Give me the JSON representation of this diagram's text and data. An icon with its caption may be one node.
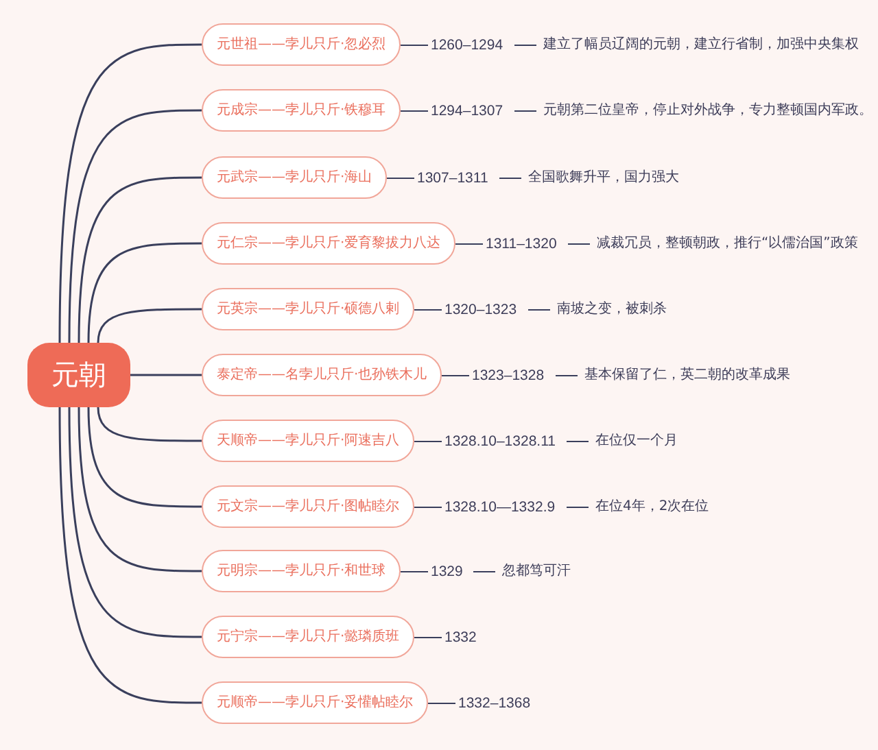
{
  "diagram": {
    "nodes": [
      {
        "text": [
          "元朝"
        ]
      },
      {
        "text": [
          "元世祖——孛儿只斤·忽必烈"
        ]
      },
      {
        "text": [
          "1260–1294"
        ]
      },
      {
        "text": [
          "建立了幅员辽阔的元朝，建立行省制，加强中央集权"
        ]
      },
      {
        "text": [
          "元成宗——孛儿只斤·铁穆耳"
        ]
      },
      {
        "text": [
          "1294–1307"
        ]
      },
      {
        "text": [
          "元朝第二位皇帝，停止对外战争，专力整顿国内军政。"
        ]
      },
      {
        "text": [
          "元武宗——孛儿只斤·海山"
        ]
      },
      {
        "text": [
          "1307–1311"
        ]
      },
      {
        "text": [
          "全国歌舞升平，国力强大"
        ]
      },
      {
        "text": [
          "元仁宗——孛儿只斤·爱育黎拔力八达"
        ]
      },
      {
        "text": [
          "1311–1320"
        ]
      },
      {
        "text": [
          "减裁冗员，整顿朝政，推行“以儒治国”政策"
        ]
      },
      {
        "text": [
          "元英宗——孛儿只斤·硕德八剌"
        ]
      },
      {
        "text": [
          "1320–1323"
        ]
      },
      {
        "text": [
          "南坡之变，被刺杀"
        ]
      },
      {
        "text": [
          "泰定帝——名孛儿只斤·也孙铁木儿"
        ]
      },
      {
        "text": [
          "1323–1328"
        ]
      },
      {
        "text": [
          "基本保留了仁，英二朝的改革成果"
        ]
      },
      {
        "text": [
          "天顺帝——孛儿只斤·阿速吉八"
        ]
      },
      {
        "text": [
          "1328.10–1328.11"
        ]
      },
      {
        "text": [
          "在位仅一个月"
        ]
      },
      {
        "text": [
          "元文宗——孛儿只斤·图帖睦尔"
        ]
      },
      {
        "text": [
          "1328.10—1332.9"
        ]
      },
      {
        "text": [
          "在位4年，2次在位"
        ]
      },
      {
        "text": [
          "元明宗——孛儿只斤·和世球"
        ]
      },
      {
        "text": [
          "1329"
        ]
      },
      {
        "text": [
          "忽都笃可汗"
        ]
      },
      {
        "text": [
          "元宁宗——孛儿只斤·懿璘质班"
        ]
      },
      {
        "text": [
          "1332"
        ]
      },
      {
        "text": [
          "元顺帝——孛儿只斤·妥懽帖睦尔"
        ]
      },
      {
        "text": [
          "1332–1368"
        ]
      }
    ],
    "edges": [
      {
        "from": 0,
        "to": 1,
        "arrow": "none"
      },
      {
        "from": 1,
        "to": 2,
        "arrow": "none"
      },
      {
        "from": 2,
        "to": 3,
        "arrow": "none"
      },
      {
        "from": 0,
        "to": 4,
        "arrow": "none"
      },
      {
        "from": 4,
        "to": 5,
        "arrow": "none"
      },
      {
        "from": 5,
        "to": 6,
        "arrow": "none"
      },
      {
        "from": 0,
        "to": 7,
        "arrow": "none"
      },
      {
        "from": 7,
        "to": 8,
        "arrow": "none"
      },
      {
        "from": 8,
        "to": 9,
        "arrow": "none"
      },
      {
        "from": 0,
        "to": 10,
        "arrow": "none"
      },
      {
        "from": 10,
        "to": 11,
        "arrow": "none"
      },
      {
        "from": 11,
        "to": 12,
        "arrow": "none"
      },
      {
        "from": 0,
        "to": 13,
        "arrow": "none"
      },
      {
        "from": 13,
        "to": 14,
        "arrow": "none"
      },
      {
        "from": 14,
        "to": 15,
        "arrow": "none"
      },
      {
        "from": 0,
        "to": 16,
        "arrow": "none"
      },
      {
        "from": 16,
        "to": 17,
        "arrow": "none"
      },
      {
        "from": 17,
        "to": 18,
        "arrow": "none"
      },
      {
        "from": 0,
        "to": 19,
        "arrow": "none"
      },
      {
        "from": 19,
        "to": 20,
        "arrow": "none"
      },
      {
        "from": 20,
        "to": 21,
        "arrow": "none"
      },
      {
        "from": 0,
        "to": 22,
        "arrow": "none"
      },
      {
        "from": 22,
        "to": 23,
        "arrow": "none"
      },
      {
        "from": 23,
        "to": 24,
        "arrow": "none"
      },
      {
        "from": 0,
        "to": 25,
        "arrow": "none"
      },
      {
        "from": 25,
        "to": 26,
        "arrow": "none"
      },
      {
        "from": 26,
        "to": 27,
        "arrow": "none"
      },
      {
        "from": 0,
        "to": 28,
        "arrow": "none"
      },
      {
        "from": 28,
        "to": 29,
        "arrow": "none"
      },
      {
        "from": 0,
        "to": 30,
        "arrow": "none"
      },
      {
        "from": 30,
        "to": 31,
        "arrow": "none"
      }
    ]
  }
}
